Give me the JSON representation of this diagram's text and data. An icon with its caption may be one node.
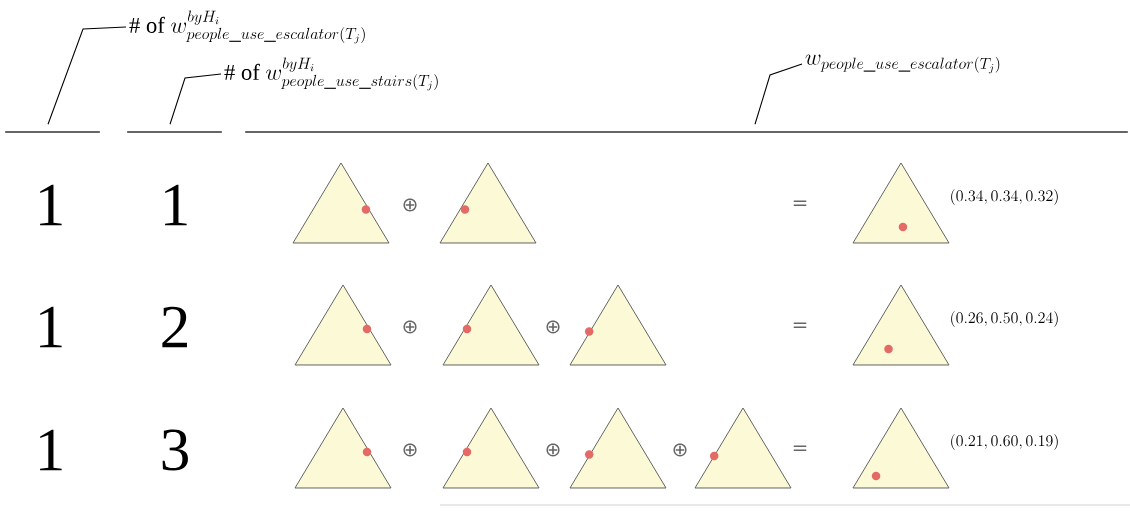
{
  "diagram": {
    "nodes": [
      {
        "text": [
          "\\#\\ \\mathrm{of}\\ w^{byH_i}_{people\\_use\\_escalator(T_j)}"
        ]
      },
      {
        "text": [
          "\\#\\ \\mathrm{of}\\ w^{byH_i}_{people\\_use\\_stairs(T_j)}"
        ]
      },
      {
        "text": [
          "w_{people\\_use\\_escalator(T_j)}"
        ]
      },
      {
        "text": [],
        "shape": "bar"
      },
      {
        "text": [],
        "shape": "bar"
      },
      {
        "text": [],
        "shape": "bar"
      }
    ],
    "edges": [
      {
        "from": 0,
        "to": 3,
        "arrow": "none"
      },
      {
        "from": 1,
        "to": 4,
        "arrow": "none"
      },
      {
        "from": 2,
        "to": 5,
        "arrow": "none"
      }
    ],
    "labels": [
      "1",
      "1",
      "⊕",
      "=",
      "(0.34, 0.34, 0.32)",
      "1",
      "2",
      "⊕",
      "⊕",
      "=",
      "(0.26, 0.50, 0.24)",
      "1",
      "3",
      "⊕",
      "⊕",
      "⊕",
      "=",
      "(0.21, 0.60, 0.19)"
    ]
  }
}
